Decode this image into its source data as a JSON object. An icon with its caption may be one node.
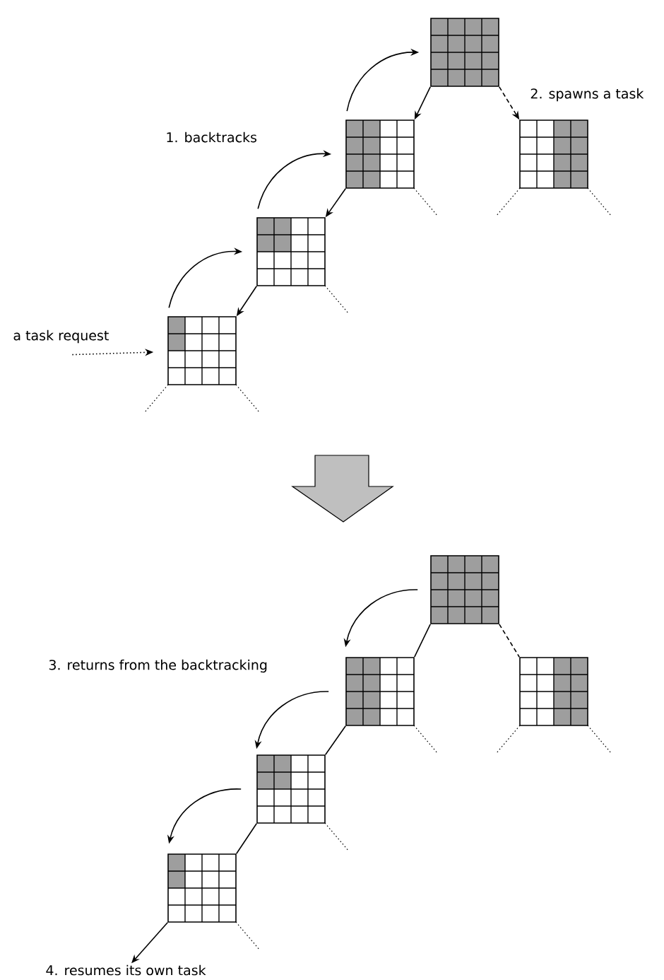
{
  "diagram": {
    "nodes": [
      {
        "text": [],
        "shape": "grid"
      },
      {
        "text": [],
        "shape": "grid"
      },
      {
        "text": [],
        "shape": "grid"
      },
      {
        "text": [],
        "shape": "grid"
      },
      {
        "text": [],
        "shape": "grid"
      },
      {
        "text": [
          "a task request"
        ]
      },
      {
        "text": [],
        "shape": "grid"
      },
      {
        "text": [],
        "shape": "grid"
      },
      {
        "text": [],
        "shape": "grid"
      },
      {
        "text": [],
        "shape": "grid"
      },
      {
        "text": [],
        "shape": "grid"
      },
      {
        "text": [
          "4. resumes its own task"
        ]
      }
    ],
    "edges": [
      {
        "from": 0,
        "to": 1,
        "arrow": "to"
      },
      {
        "from": 0,
        "to": 2,
        "arrow": "to",
        "style": "dashed"
      },
      {
        "from": 1,
        "to": 3,
        "arrow": "to"
      },
      {
        "from": 3,
        "to": 4,
        "arrow": "to"
      },
      {
        "from": 4,
        "to": 3,
        "arrow": "to"
      },
      {
        "from": 3,
        "to": 1,
        "arrow": "to"
      },
      {
        "from": 1,
        "to": 0,
        "arrow": "to"
      },
      {
        "from": 5,
        "to": 4,
        "arrow": "to",
        "style": "dashed"
      },
      {
        "from": 6,
        "to": 7,
        "arrow": "none"
      },
      {
        "from": 6,
        "to": 8,
        "arrow": "none",
        "style": "dashed"
      },
      {
        "from": 7,
        "to": 9,
        "arrow": "none"
      },
      {
        "from": 9,
        "to": 10,
        "arrow": "none"
      },
      {
        "from": 6,
        "to": 7,
        "arrow": "to"
      },
      {
        "from": 7,
        "to": 9,
        "arrow": "to"
      },
      {
        "from": 9,
        "to": 10,
        "arrow": "to"
      },
      {
        "from": 10,
        "to": 11,
        "arrow": "to"
      }
    ],
    "labels": [
      "2. spawns a task",
      "1. backtracks",
      "3. returns from the backtracking"
    ]
  }
}
